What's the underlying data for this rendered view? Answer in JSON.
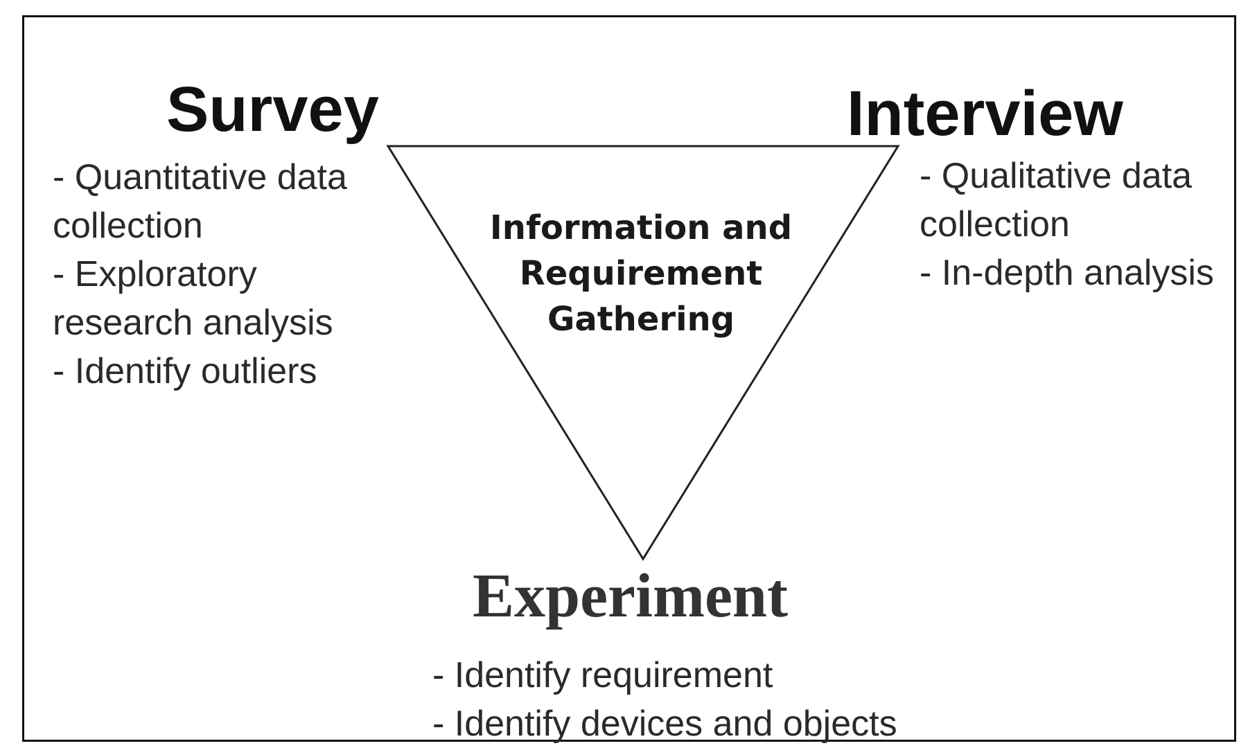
{
  "diagram": {
    "center": {
      "lines": [
        "Information and",
        "Requirement",
        "Gathering"
      ]
    },
    "survey": {
      "title": "Survey",
      "items": [
        "- Quantitative data collection",
        "- Exploratory research analysis",
        "- Identify outliers"
      ]
    },
    "interview": {
      "title": "Interview",
      "items": [
        "- Qualitative data collection",
        "- In-depth analysis"
      ]
    },
    "experiment": {
      "title": "Experiment",
      "items": [
        "- Identify requirement",
        "- Identify devices and objects"
      ]
    }
  }
}
